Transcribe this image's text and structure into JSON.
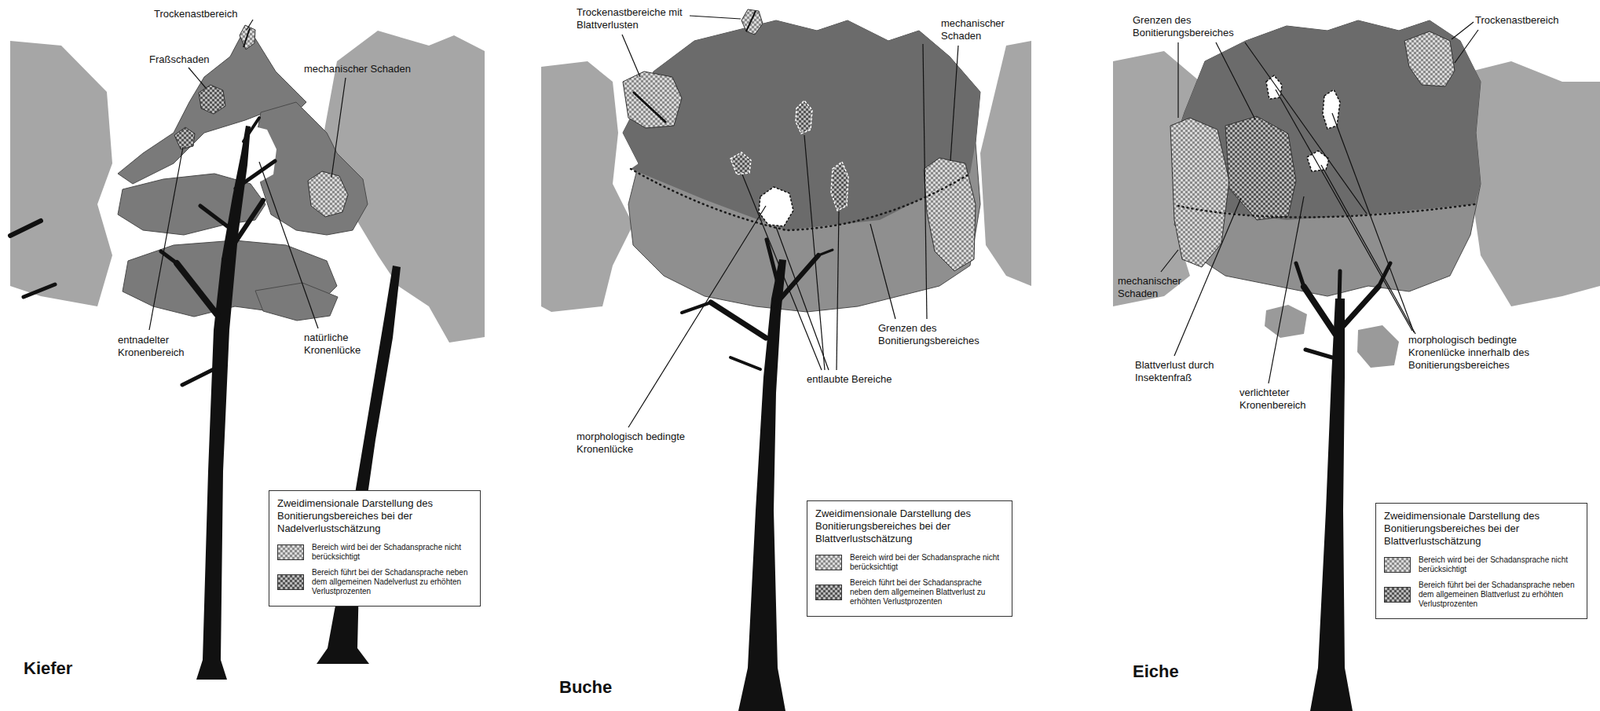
{
  "diagram": {
    "nodes": [
      {
        "text": [
          "Zweidimensionale Darstellung des Bonitierungsbereiches bei der Nadelverlustschätzung"
        ]
      },
      {
        "text": [
          "Zweidimensionale Darstellung des Bonitierungsbereiches bei der Blattverlustschätzung"
        ]
      },
      {
        "text": [
          "Zweidimensionale Darstellung des Bonitierungsbereiches bei der Blattverlustschätzung"
        ]
      }
    ],
    "labels": [
      "Trockenastbereich",
      "Fraßschaden",
      "mechanischer Schaden",
      "entnadelter Kronenbereich",
      "natürliche Kronenlücke",
      "Kiefer",
      "Trockenastbereiche mit Blattverlusten",
      "mechanischer Schaden",
      "Grenzen des Bonitierungsbereiches",
      "entlaubte Bereiche",
      "morphologisch bedingte Kronenlücke",
      "Buche",
      "Grenzen des Bonitierungsbereiches",
      "Trockenastbereich",
      "mechanischer Schaden",
      "Blattverlust durch Insektenfraß",
      "verlichteter Kronenbereich",
      "morphologisch bedingte Kronenlücke innerhalb des Bonitierungsbereiches",
      "Eiche"
    ],
    "legend": [
      {
        "text": "Bereich wird bei der Schadansprache nicht berücksichtigt"
      },
      {
        "text": "Bereich führt bei der Schadansprache neben dem allgemeinen Nadelverlust zu erhöhten Verlustprozenten"
      },
      {
        "text": "Bereich wird bei der Schadansprache nicht berücksichtigt"
      },
      {
        "text": "Bereich führt bei der Schadansprache neben dem allgemeinen Blattverlust zu erhöhten Verlustprozenten"
      },
      {
        "text": "Bereich wird bei der Schadansprache nicht berücksichtigt"
      },
      {
        "text": "Bereich führt bei der Schadansprache neben dem allgemeinen Blattverlust zu erhöhten Verlustprozenten"
      }
    ]
  }
}
